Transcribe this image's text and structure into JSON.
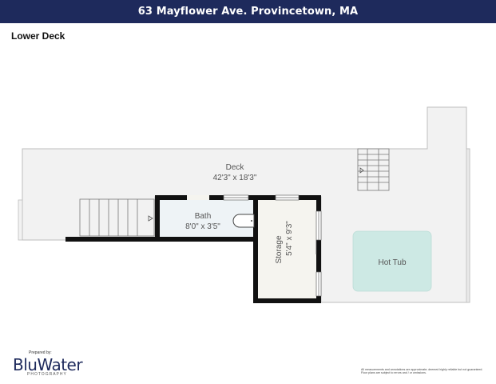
{
  "header": {
    "title": "63 Mayflower Ave. Provincetown, MA"
  },
  "level": {
    "title": "Lower Deck"
  },
  "rooms": {
    "deck": {
      "name": "Deck",
      "dimensions": "42'3\" x 18'3\""
    },
    "bath": {
      "name": "Bath",
      "dimensions": "8'0\" x 3'5\""
    },
    "storage": {
      "name": "Storage",
      "dimensions": "5'4\" x 9'3\""
    },
    "hot_tub": {
      "name": "Hot Tub"
    }
  },
  "footer": {
    "prepared_by": "Prepared by:",
    "brand": "BluWater",
    "brand_sub": "PHOTOGRAPHY",
    "disclaimer": "All measurements and annotations are approximate; deemed highly reliable but not guaranteed. Floor plans are subject to errors and / or omissions."
  },
  "colors": {
    "header_bg": "#1e2a5c",
    "wall": "#111111",
    "deck_fill": "#f2f2f2",
    "room_fill": "#f5f4ef",
    "bath_fill": "#eef3f6",
    "hot_tub": "#cde9e4"
  }
}
